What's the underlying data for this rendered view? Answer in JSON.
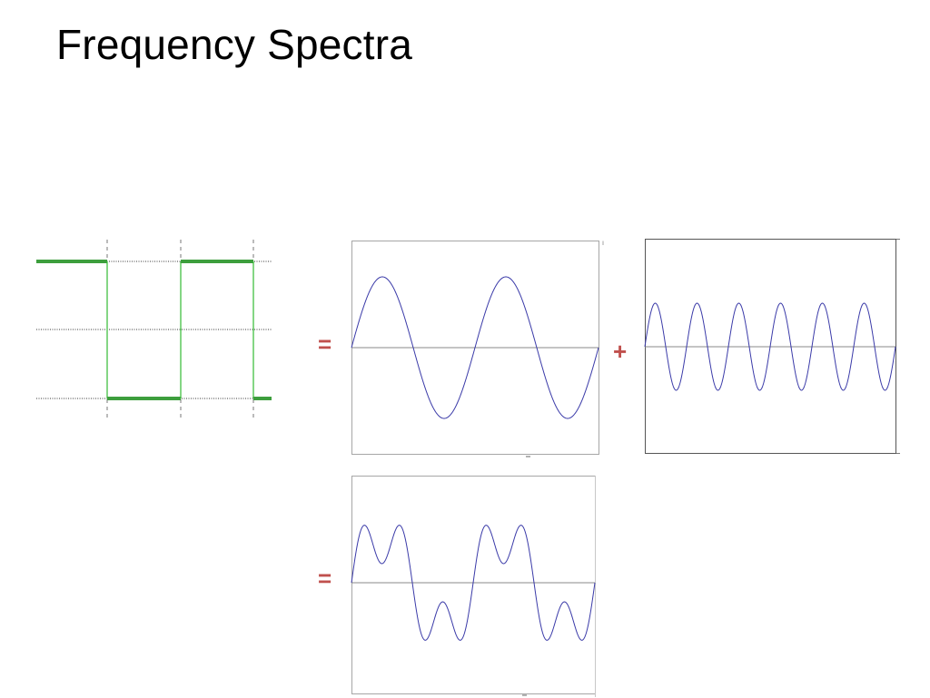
{
  "slide": {
    "title": "Frequency Spectra"
  },
  "operators": {
    "equals": "=",
    "plus": "+"
  },
  "colors": {
    "square_wave": "#3d9e3d",
    "square_wave_edge": "#33bb33",
    "sine": "#3a3aa8",
    "axis": "#8a8a8a",
    "operator": "#c0504d"
  },
  "waveforms": {
    "square": {
      "cycles": 1.5,
      "levels": 2
    },
    "fundamental": {
      "cycles": 2,
      "relative_amplitude": 1
    },
    "harmonic": {
      "cycles": 6,
      "relative_amplitude": 0.61
    },
    "sum": {
      "cycles": 2,
      "components": [
        "fundamental",
        "harmonic"
      ]
    }
  }
}
